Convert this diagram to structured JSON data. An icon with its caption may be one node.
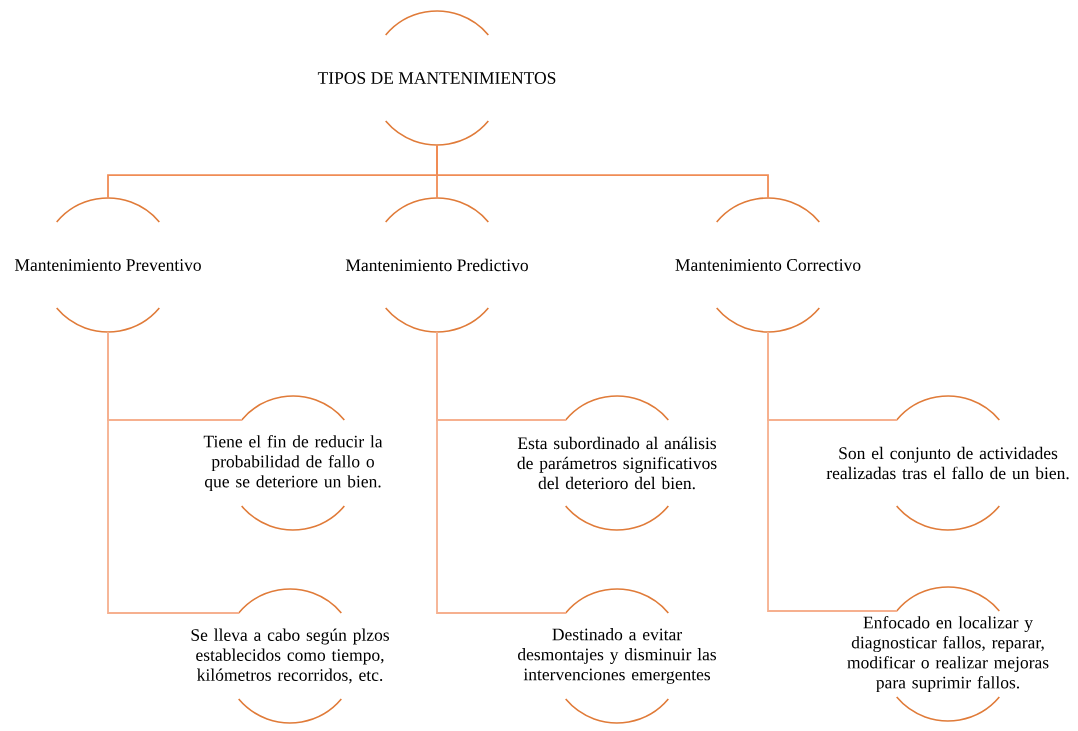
{
  "diagram": {
    "nodes": [
      {
        "text": [
          "TIPOS DE MANTENIMIENTOS"
        ]
      },
      {
        "text": [
          "Mantenimiento Preventivo"
        ]
      },
      {
        "text": [
          "Mantenimiento Predictivo"
        ]
      },
      {
        "text": [
          "Mantenimiento Correctivo"
        ]
      },
      {
        "text": [
          "Tiene el fin de reducir la probabilidad de fallo o que se deteriore un bien."
        ]
      },
      {
        "text": [
          "Se lleva a cabo según plzos establecidos como tiempo, kilómetros recorridos, etc."
        ]
      },
      {
        "text": [
          "Esta subordinado al análisis de parámetros significativos  del deterioro del bien."
        ]
      },
      {
        "text": [
          "Destinado a evitar desmontajes y disminuir las intervenciones emergentes"
        ]
      },
      {
        "text": [
          "Son el conjunto de actividades realizadas tras el fallo de un bien."
        ]
      },
      {
        "text": [
          "Enfocado en localizar y diagnosticar fallos, reparar, modificar o realizar mejoras para suprimir fallos."
        ]
      }
    ],
    "edges": [
      {
        "from": 0,
        "to": 1,
        "arrow": "none",
        "color": "#f08c55"
      },
      {
        "from": 0,
        "to": 2,
        "arrow": "none",
        "color": "#f08c55"
      },
      {
        "from": 0,
        "to": 3,
        "arrow": "none",
        "color": "#f08c55"
      },
      {
        "from": 1,
        "to": 4,
        "arrow": "none"
      },
      {
        "from": 1,
        "to": 5,
        "arrow": "none"
      },
      {
        "from": 2,
        "to": 6,
        "arrow": "none"
      },
      {
        "from": 2,
        "to": 7,
        "arrow": "none"
      },
      {
        "from": 3,
        "to": 8,
        "arrow": "none"
      },
      {
        "from": 3,
        "to": 9,
        "arrow": "none"
      }
    ]
  }
}
